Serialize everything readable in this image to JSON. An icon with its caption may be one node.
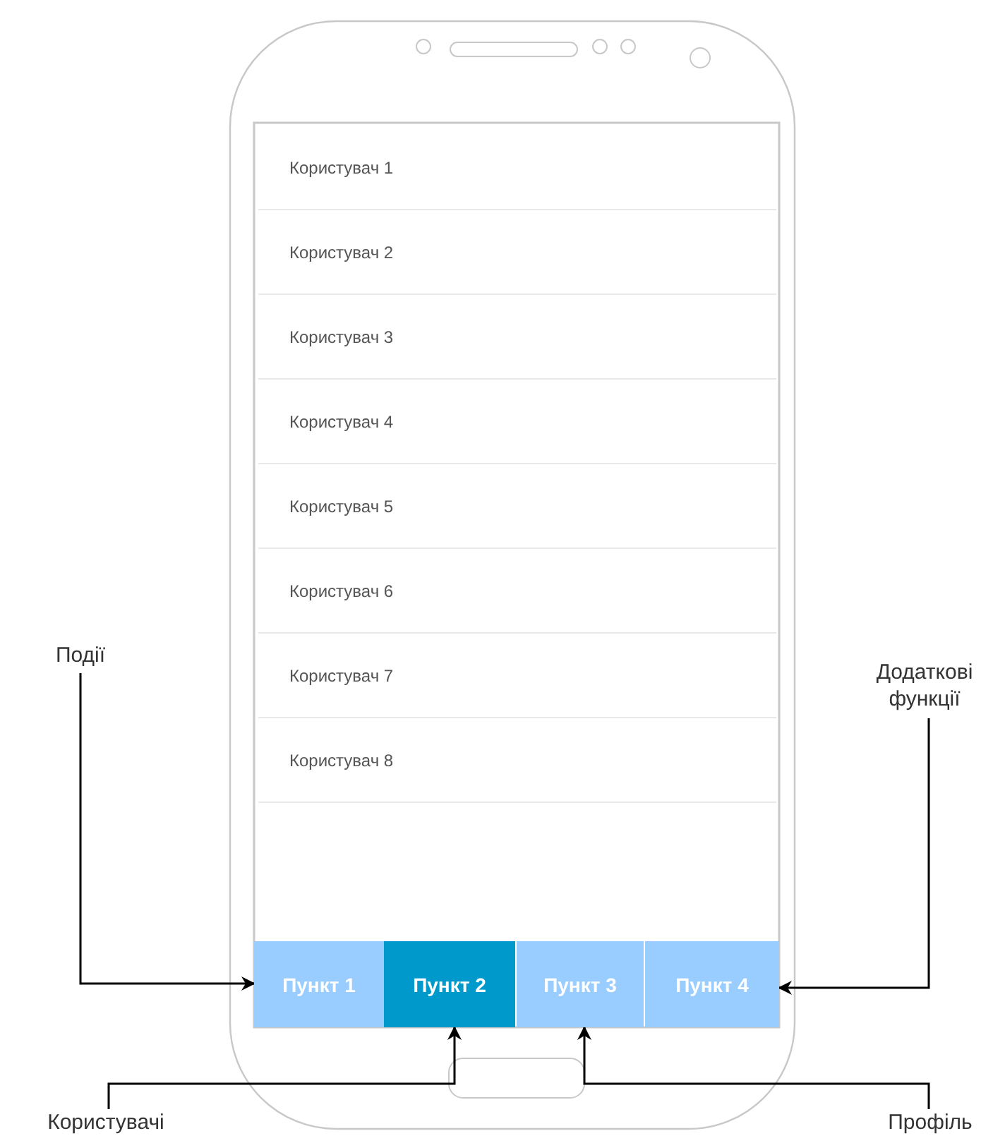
{
  "diagram": {
    "nodes": [
      {
        "text": [
          "Користувач 1"
        ]
      },
      {
        "text": [
          "Користувач 2"
        ]
      },
      {
        "text": [
          "Користувач 3"
        ]
      },
      {
        "text": [
          "Користувач 4"
        ]
      },
      {
        "text": [
          "Користувач 5"
        ]
      },
      {
        "text": [
          "Користувач 6"
        ]
      },
      {
        "text": [
          "Користувач 7"
        ]
      },
      {
        "text": [
          "Користувач 8"
        ]
      },
      {
        "text": [
          "Пункт 1"
        ]
      },
      {
        "text": [
          "Пункт 2"
        ]
      },
      {
        "text": [
          "Пункт 3"
        ]
      },
      {
        "text": [
          "Пункт 4"
        ]
      },
      {
        "text": [
          "Події"
        ]
      },
      {
        "text": [
          "Додаткові функції"
        ]
      },
      {
        "text": [
          "Користувачі"
        ]
      },
      {
        "text": [
          "Профіль"
        ]
      }
    ],
    "edges": [
      {
        "from": 12,
        "to": 8,
        "arrow": "to"
      },
      {
        "from": 13,
        "to": 11,
        "arrow": "to"
      },
      {
        "from": 14,
        "to": 9,
        "arrow": "to"
      },
      {
        "from": 15,
        "to": 10,
        "arrow": "to"
      }
    ]
  }
}
